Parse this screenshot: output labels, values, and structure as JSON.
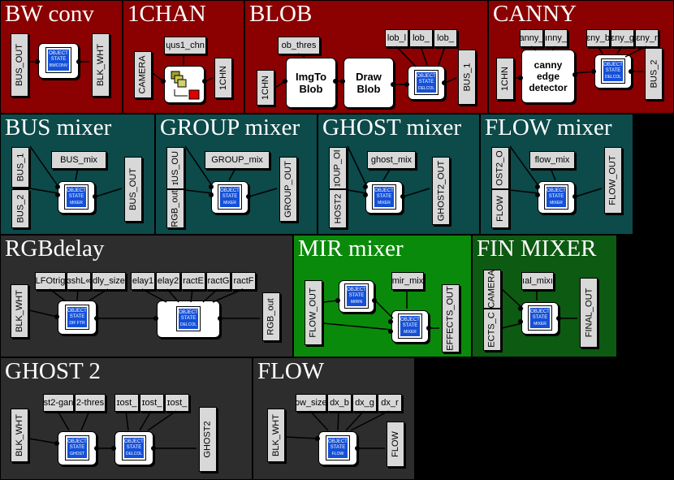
{
  "panels": {
    "bwconv": {
      "title": "BW conv",
      "bg": "#8b0000",
      "ports": {
        "in": "BUS_OUT",
        "out": "BLK_WHT"
      },
      "node": {
        "state": "OBJECT STATE",
        "label": "BWCONV"
      }
    },
    "onechan": {
      "title": "1CHAN",
      "bg": "#8b0000",
      "ports": {
        "camera": "CAMERA",
        "param": "ɥus1_chn",
        "out": "1CHN"
      }
    },
    "blob": {
      "title": "BLOB",
      "bg": "#8b0000",
      "ports": {
        "in": "1CHN",
        "thres": "ob_thres",
        "p1": "lob_l",
        "p2": "lob_",
        "p3": "lob_",
        "out": "BUS_1"
      },
      "nodes": {
        "imgto": "ImgTo Blob",
        "draw": "Draw Blob",
        "chip": {
          "state": "OBJECT STATE",
          "label": "DELCOL"
        }
      }
    },
    "canny": {
      "title": "CANNY",
      "bg": "#8b0000",
      "ports": {
        "in": "1CHN",
        "p1": "anny_",
        "p2": "ınny_",
        "p3": "ɛny_b",
        "p4": "ɛny_g",
        "p5": "ɛny_r",
        "out": "BUS_2"
      },
      "nodes": {
        "detector": "canny edge detector",
        "chip": {
          "state": "OBJECT STATE",
          "label": "DELCOL"
        }
      }
    },
    "busmixer": {
      "title": "BUS mixer",
      "bg": "#0d4a4a",
      "ports": {
        "in1": "BUS_1",
        "in2": "BUS_2",
        "mix": "BUS_mix",
        "out": "BUS_OUT"
      },
      "node": {
        "state": "OBJECT STATE",
        "label": "MIXER"
      }
    },
    "groupmixer": {
      "title": "GROUP mixer",
      "bg": "#0d4a4a",
      "ports": {
        "in1": "ɪUS_OU",
        "in2": "RGB_out",
        "mix": "GROUP_mix",
        "out": "GROUP_OUT"
      },
      "node": {
        "state": "OBJECT STATE",
        "label": "MIXER"
      }
    },
    "ghostmixer": {
      "title": "GHOST mixer",
      "bg": "#0d4a4a",
      "ports": {
        "in1": "ɪOUP_OI",
        "in2": "HOST2",
        "mix": "ghost_mix",
        "out": "GHOST2_OUT"
      },
      "node": {
        "state": "OBJECT STATE",
        "label": "MIXER"
      }
    },
    "flowmixer": {
      "title": "FLOW mixer",
      "bg": "#0d4a4a",
      "ports": {
        "in1": "OST2_O",
        "in2": "FLOW",
        "mix": "flow_mix",
        "out": "FLOW_OUT"
      },
      "node": {
        "state": "OBJECT STATE",
        "label": "MIXER"
      }
    },
    "rgbdelay": {
      "title": "RGBdelay",
      "bg": "#2d2d2d",
      "ports": {
        "in": "BLK_WHT",
        "p1": "LFOtrig",
        "p2": "ɜshL«",
        "p3": "dly_size",
        "p4": "elay1",
        "p5": "elay2",
        "p6": "ractE",
        "p7": "ractG",
        "p8": "ractF",
        "out": "RGB_out"
      },
      "nodes": {
        "diff": {
          "state": "OBJECT STATE",
          "label": "DIF FTR"
        },
        "delcol": {
          "state": "OBJECT STATE",
          "label": "DELCOL"
        }
      }
    },
    "mirmixer": {
      "title": "MIR mixer",
      "bg": "#0a8a0a",
      "ports": {
        "in": "FLOW_OUT",
        "mix": "mir_mix",
        "out": "EFFECTS_OUT"
      },
      "nodes": {
        "mirin": {
          "state": "OBJECT STATE",
          "label": "MIRIN"
        },
        "mixer": {
          "state": "OBJECT STATE",
          "label": "MIXER"
        }
      }
    },
    "finmixer": {
      "title": "FIN MIXER",
      "bg": "#0d5a12",
      "ports": {
        "in1": "CAMERA",
        "in2": "ECTS_C",
        "mix": "ıal_mixı",
        "out": "FINAL_OUT"
      },
      "node": {
        "state": "OBJECT STATE",
        "label": "MIXER"
      }
    },
    "ghost2": {
      "title": "GHOST 2",
      "bg": "#2d2d2d",
      "ports": {
        "in": "BLK_WHT",
        "p1": "st2-gan",
        "p2": "2-thres",
        "p3": "ɪost_",
        "p4": "ɪost_",
        "p5": "ɪost_",
        "out": "GHOST2"
      },
      "nodes": {
        "ghost": {
          "state": "OBJECT STATE",
          "label": "GHOST"
        },
        "delcol": {
          "state": "OBJECT STATE",
          "label": "DELCOL"
        }
      }
    },
    "flow": {
      "title": "FLOW",
      "bg": "#2d2d2d",
      "ports": {
        "in": "BLK_WHT",
        "p1": "ɔw_size",
        "p2": "dx_b",
        "p3": "dx_g",
        "p4": "dx_r",
        "out": "FLOW"
      },
      "node": {
        "state": "OBJECT STATE",
        "label": "FLOW"
      }
    }
  },
  "colors": {
    "port": "#d8d8d8",
    "chip": "#1450d8",
    "wire": "#000000"
  }
}
